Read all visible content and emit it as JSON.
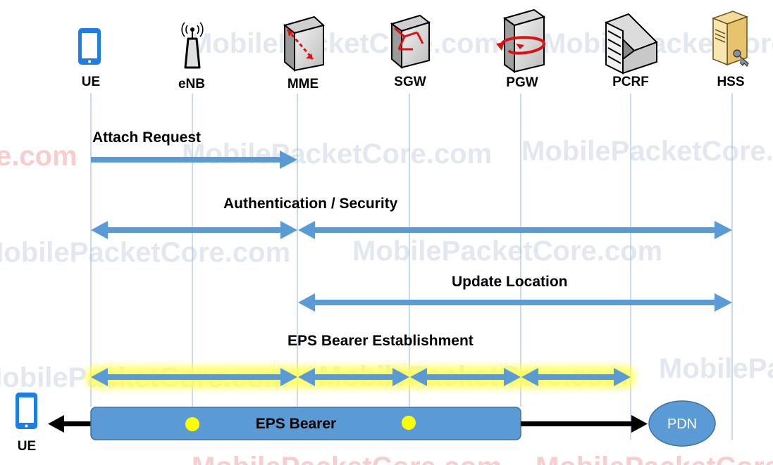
{
  "watermark": {
    "text": "MobilePacketCore.com",
    "fragments": [
      "MobilePacketCore.com",
      "e.com"
    ]
  },
  "nodes": [
    {
      "id": "ue",
      "label": "UE",
      "icon": "smartphone-icon"
    },
    {
      "id": "enb",
      "label": "eNB",
      "icon": "antenna-icon"
    },
    {
      "id": "mme",
      "label": "MME",
      "icon": "mme-server-icon"
    },
    {
      "id": "sgw",
      "label": "SGW",
      "icon": "router-icon"
    },
    {
      "id": "pgw",
      "label": "PGW",
      "icon": "gateway-icon"
    },
    {
      "id": "pcrf",
      "label": "PCRF",
      "icon": "server-rack-icon"
    },
    {
      "id": "hss",
      "label": "HSS",
      "icon": "tower-server-key-icon"
    }
  ],
  "messages": [
    {
      "label": "Attach Request",
      "from": "UE",
      "to": "MME",
      "direction": "one-way"
    },
    {
      "label": "Authentication /  Security",
      "segments": [
        [
          "UE",
          "MME"
        ],
        [
          "MME",
          "HSS"
        ]
      ],
      "direction": "two-way"
    },
    {
      "label": "Update Location",
      "segments": [
        [
          "MME",
          "HSS"
        ]
      ],
      "direction": "two-way"
    },
    {
      "label": "EPS Bearer Establishment",
      "segments": [
        [
          "UE",
          "MME"
        ],
        [
          "MME",
          "SGW"
        ],
        [
          "SGW",
          "PGW"
        ],
        [
          "PGW",
          "PCRF"
        ]
      ],
      "direction": "two-way",
      "highlight": "yellow glow"
    }
  ],
  "bearer": {
    "label": "EPS Bearer",
    "left_endpoint": "UE",
    "right_endpoint": "PDN",
    "marker_color": "#ffff00"
  },
  "colors": {
    "arrow_blue": "#5b9bd5",
    "bearer_fill": "#5b9bd5",
    "pdn_fill": "#5b9bd5",
    "glow_yellow": "#ffff66",
    "watermark_gray": "#dfe5ef",
    "watermark_red": "#f6c9c9"
  }
}
